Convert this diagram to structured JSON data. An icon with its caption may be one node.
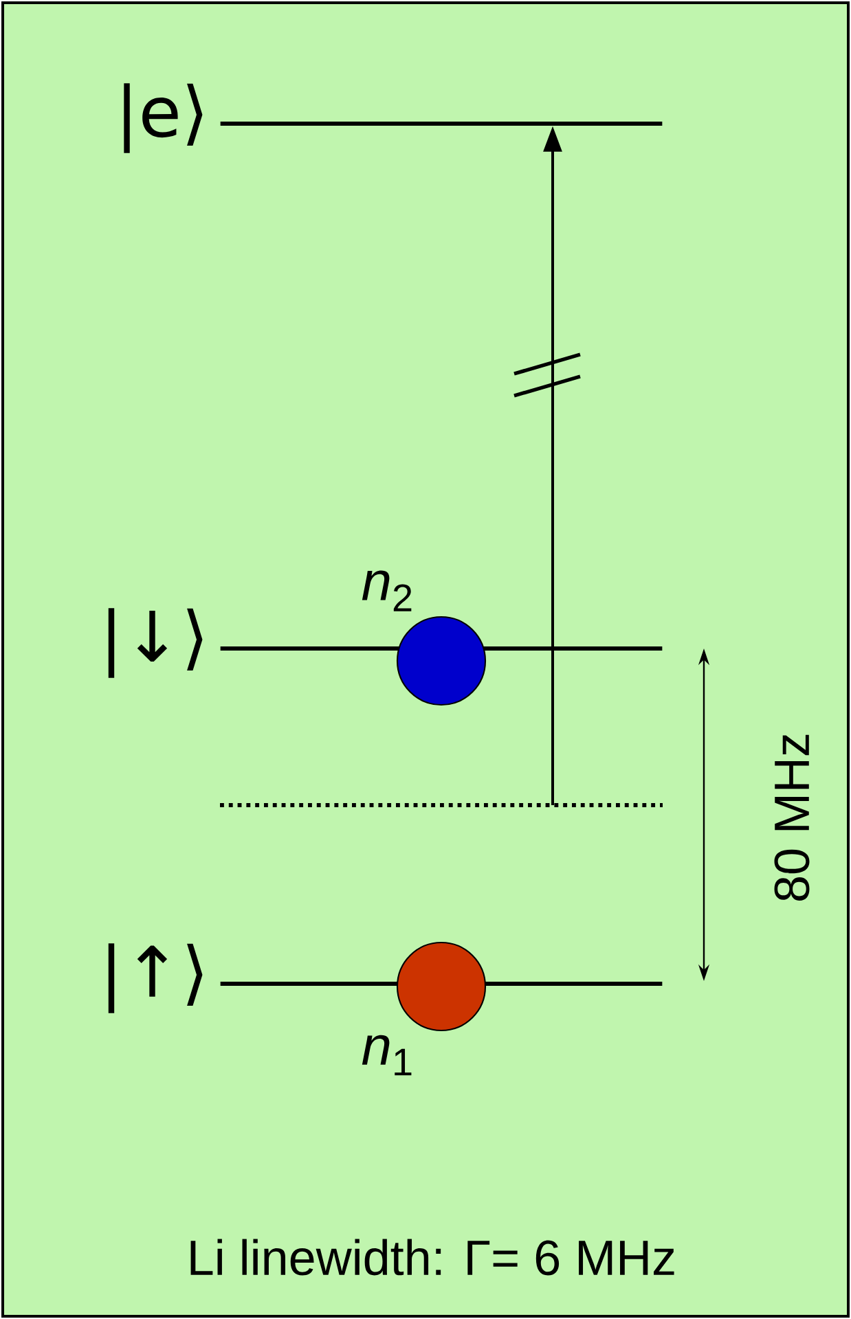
{
  "diagram": {
    "caption": "Li linewidth: Γ= 6 MHz",
    "nodes": [
      {
        "text": [
          "|e⟩"
        ]
      },
      {
        "text": [
          "|↓⟩"
        ]
      },
      {
        "text": [],
        "shape": "bar"
      },
      {
        "text": [
          "|↑⟩"
        ]
      },
      {
        "text": [],
        "shape": "circle",
        "beside": [
          "*n*$_{2}$"
        ]
      },
      {
        "text": [],
        "shape": "circle",
        "beside": [
          "*n*$_{1}$"
        ]
      }
    ],
    "edges": [
      {
        "from": 2,
        "to": 0,
        "arrow": "to"
      }
    ],
    "labels": [
      "80 MHz"
    ]
  }
}
